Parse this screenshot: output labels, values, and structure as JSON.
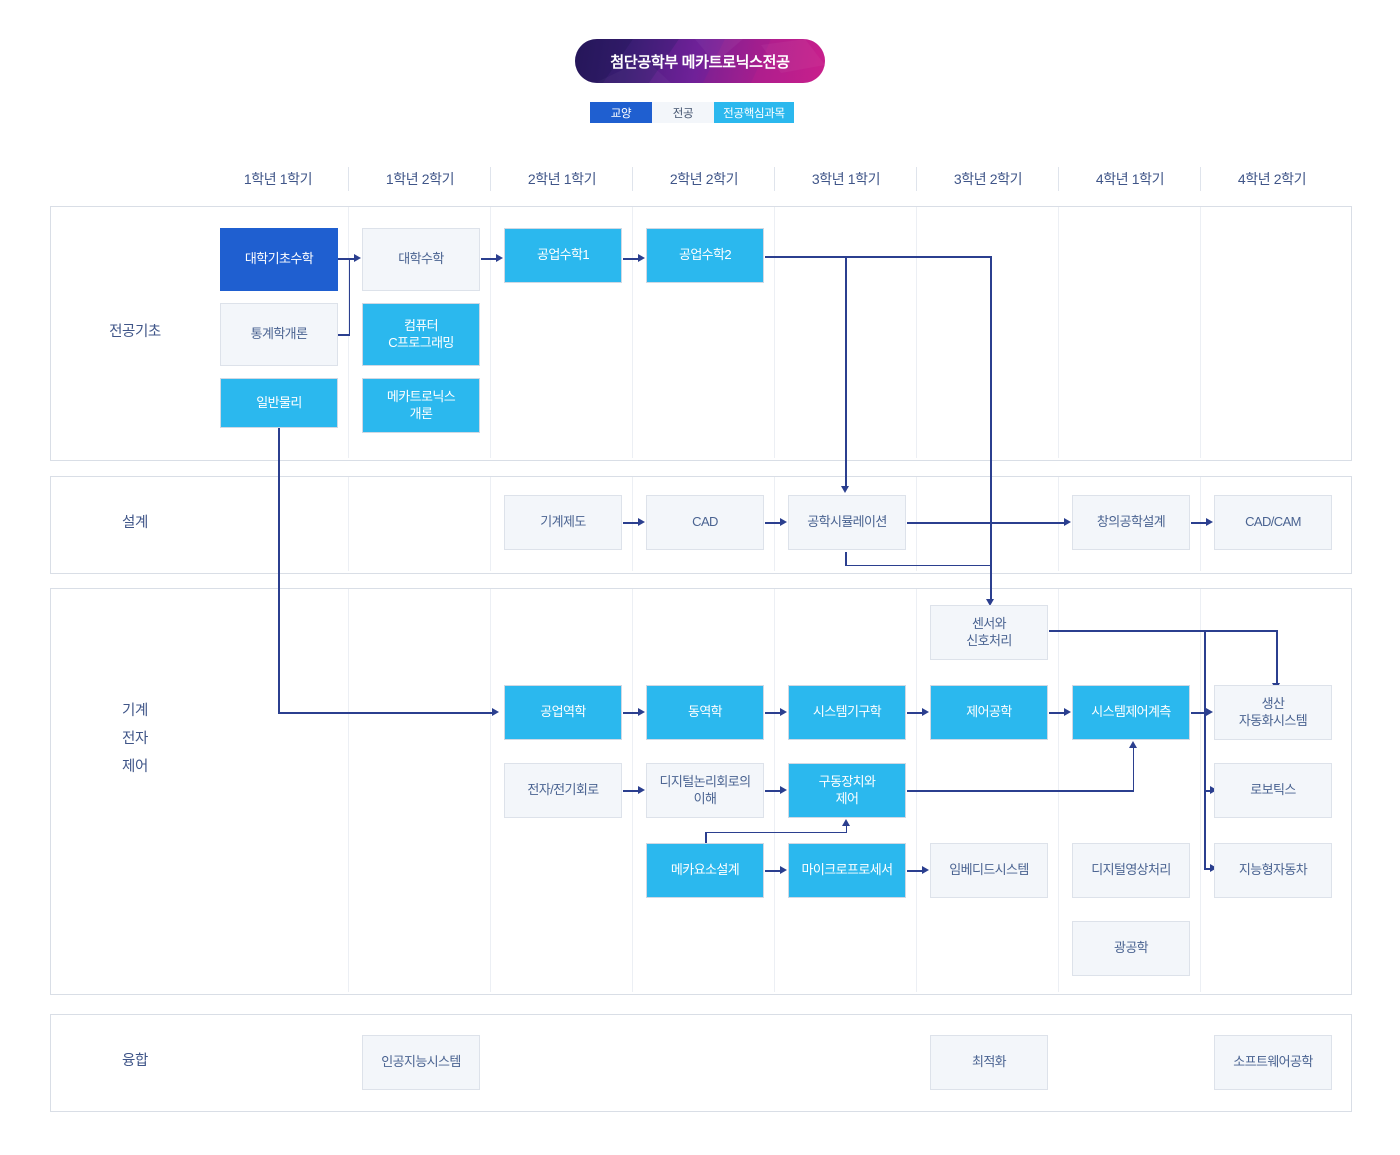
{
  "header": {
    "title": "첨단공학부 메카트로닉스전공",
    "legend": [
      {
        "label": "교양",
        "type": "kyo",
        "color": "#1f5fd0"
      },
      {
        "label": "전공",
        "type": "jeon",
        "color": "#f3f6fa"
      },
      {
        "label": "전공핵심과목",
        "type": "core",
        "color": "#2bb8ee"
      }
    ]
  },
  "columns": [
    {
      "label": "1학년 1학기"
    },
    {
      "label": "1학년 2학기"
    },
    {
      "label": "2학년 1학기"
    },
    {
      "label": "2학년 2학기"
    },
    {
      "label": "3학년 1학기"
    },
    {
      "label": "3학년 2학기"
    },
    {
      "label": "4학년 1학기"
    },
    {
      "label": "4학년 2학기"
    }
  ],
  "rows": [
    {
      "label": "전공기초"
    },
    {
      "label": "설계"
    },
    {
      "label": "기계\n전자\n제어",
      "lines": [
        "기계",
        "전자",
        "제어"
      ]
    },
    {
      "label": "융합"
    }
  ],
  "courses": {
    "c01": {
      "name": "대학기초수학",
      "type": "kyo",
      "row": "전공기초",
      "col": "1학년 1학기"
    },
    "c02": {
      "name": "통계학개론",
      "type": "jeon",
      "row": "전공기초",
      "col": "1학년 1학기"
    },
    "c03": {
      "name": "일반물리",
      "type": "core",
      "row": "전공기초",
      "col": "1학년 1학기"
    },
    "c04": {
      "name": "대학수학",
      "type": "jeon",
      "row": "전공기초",
      "col": "1학년 2학기"
    },
    "c05": {
      "name": "컴퓨터\nC프로그래밍",
      "type": "core",
      "row": "전공기초",
      "col": "1학년 2학기"
    },
    "c06": {
      "name": "메카트로닉스\n개론",
      "type": "core",
      "row": "전공기초",
      "col": "1학년 2학기"
    },
    "c07": {
      "name": "공업수학1",
      "type": "core",
      "row": "전공기초",
      "col": "2학년 1학기"
    },
    "c08": {
      "name": "공업수학2",
      "type": "core",
      "row": "전공기초",
      "col": "2학년 2학기"
    },
    "d01": {
      "name": "기계제도",
      "type": "jeon",
      "row": "설계",
      "col": "2학년 1학기"
    },
    "d02": {
      "name": "CAD",
      "type": "jeon",
      "row": "설계",
      "col": "2학년 2학기"
    },
    "d03": {
      "name": "공학시뮬레이션",
      "type": "jeon",
      "row": "설계",
      "col": "3학년 1학기"
    },
    "d04": {
      "name": "창의공학설계",
      "type": "jeon",
      "row": "설계",
      "col": "4학년 1학기"
    },
    "d05": {
      "name": "CAD/CAM",
      "type": "jeon",
      "row": "설계",
      "col": "4학년 2학기"
    },
    "m01": {
      "name": "공업역학",
      "type": "core",
      "row": "기계전자제어",
      "col": "2학년 1학기"
    },
    "m02": {
      "name": "전자/전기회로",
      "type": "jeon",
      "row": "기계전자제어",
      "col": "2학년 1학기"
    },
    "m03": {
      "name": "동역학",
      "type": "core",
      "row": "기계전자제어",
      "col": "2학년 2학기"
    },
    "m04": {
      "name": "디지털논리회로의\n이해",
      "type": "jeon",
      "row": "기계전자제어",
      "col": "2학년 2학기"
    },
    "m05": {
      "name": "메카요소설계",
      "type": "core",
      "row": "기계전자제어",
      "col": "2학년 2학기"
    },
    "m06": {
      "name": "시스템기구학",
      "type": "core",
      "row": "기계전자제어",
      "col": "3학년 1학기"
    },
    "m07": {
      "name": "구동장치와\n제어",
      "type": "core",
      "row": "기계전자제어",
      "col": "3학년 1학기"
    },
    "m08": {
      "name": "마이크로프로세서",
      "type": "core",
      "row": "기계전자제어",
      "col": "3학년 1학기"
    },
    "m09": {
      "name": "센서와\n신호처리",
      "type": "jeon",
      "row": "기계전자제어",
      "col": "3학년 2학기"
    },
    "m10": {
      "name": "제어공학",
      "type": "core",
      "row": "기계전자제어",
      "col": "3학년 2학기"
    },
    "m11": {
      "name": "임베디드시스템",
      "type": "jeon",
      "row": "기계전자제어",
      "col": "3학년 2학기"
    },
    "m12": {
      "name": "시스템제어계측",
      "type": "core",
      "row": "기계전자제어",
      "col": "4학년 1학기"
    },
    "m13": {
      "name": "디지털영상처리",
      "type": "jeon",
      "row": "기계전자제어",
      "col": "4학년 1학기"
    },
    "m14": {
      "name": "광공학",
      "type": "jeon",
      "row": "기계전자제어",
      "col": "4학년 1학기"
    },
    "m15": {
      "name": "생산\n자동화시스템",
      "type": "jeon",
      "row": "기계전자제어",
      "col": "4학년 2학기"
    },
    "m16": {
      "name": "로보틱스",
      "type": "jeon",
      "row": "기계전자제어",
      "col": "4학년 2학기"
    },
    "m17": {
      "name": "지능형자동차",
      "type": "jeon",
      "row": "기계전자제어",
      "col": "4학년 2학기"
    },
    "f01": {
      "name": "인공지능시스템",
      "type": "jeon",
      "row": "융합",
      "col": "1학년 2학기"
    },
    "f02": {
      "name": "최적화",
      "type": "jeon",
      "row": "융합",
      "col": "3학년 2학기"
    },
    "f03": {
      "name": "소프트웨어공학",
      "type": "jeon",
      "row": "융합",
      "col": "4학년 2학기"
    }
  },
  "flows": [
    {
      "from": "대학기초수학",
      "to": "대학수학"
    },
    {
      "from": "통계학개론",
      "to": "대학수학"
    },
    {
      "from": "대학수학",
      "to": "공업수학1"
    },
    {
      "from": "공업수학1",
      "to": "공업수학2"
    },
    {
      "from": "공업수학2",
      "to": "공학시뮬레이션"
    },
    {
      "from": "공업수학2",
      "to": "센서와 신호처리"
    },
    {
      "from": "일반물리",
      "to": "공업역학"
    },
    {
      "from": "기계제도",
      "to": "CAD"
    },
    {
      "from": "CAD",
      "to": "공학시뮬레이션"
    },
    {
      "from": "공학시뮬레이션",
      "to": "창의공학설계"
    },
    {
      "from": "공학시뮬레이션",
      "to": "센서와 신호처리"
    },
    {
      "from": "창의공학설계",
      "to": "CAD/CAM"
    },
    {
      "from": "공업역학",
      "to": "동역학"
    },
    {
      "from": "동역학",
      "to": "시스템기구학"
    },
    {
      "from": "시스템기구학",
      "to": "제어공학"
    },
    {
      "from": "제어공학",
      "to": "시스템제어계측"
    },
    {
      "from": "시스템제어계측",
      "to": "생산 자동화시스템"
    },
    {
      "from": "전자/전기회로",
      "to": "디지털논리회로의 이해"
    },
    {
      "from": "디지털논리회로의 이해",
      "to": "구동장치와 제어"
    },
    {
      "from": "구동장치와 제어",
      "to": "시스템제어계측"
    },
    {
      "from": "메카요소설계",
      "to": "마이크로프로세서"
    },
    {
      "from": "메카요소설계",
      "to": "구동장치와 제어"
    },
    {
      "from": "마이크로프로세서",
      "to": "임베디드시스템"
    },
    {
      "from": "센서와 신호처리",
      "to": "생산 자동화시스템"
    },
    {
      "from": "센서와 신호처리",
      "to": "로보틱스"
    },
    {
      "from": "센서와 신호처리",
      "to": "지능형자동차"
    }
  ]
}
